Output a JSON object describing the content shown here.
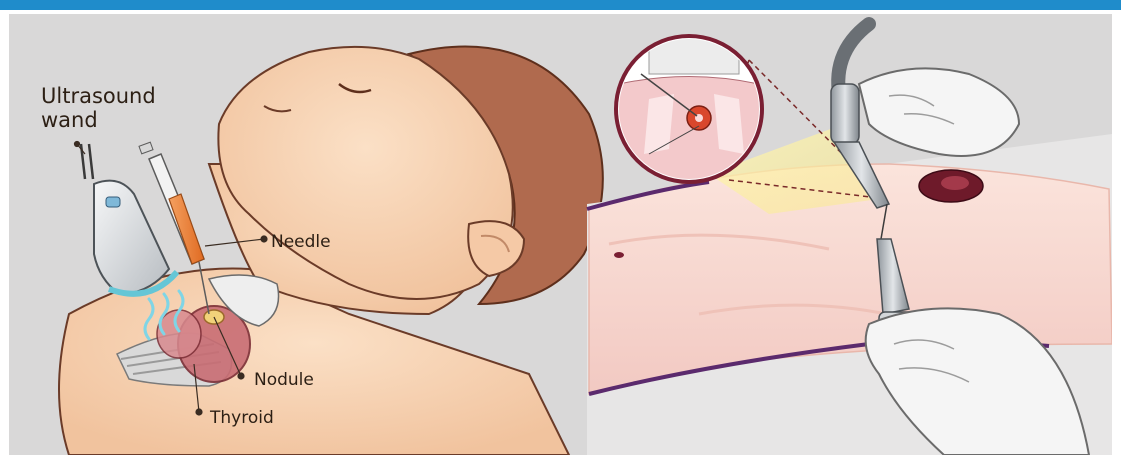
{
  "labels": {
    "ultrasound_wand": "Ultrasound wand",
    "needle": "Needle",
    "nodule": "Nodule",
    "thyroid": "Thyroid"
  },
  "colors": {
    "top_bar": "#1f8ccb",
    "panel_background": "#d9d8d8",
    "skin": "#f7d2b1",
    "hair": "#b06a4e",
    "thyroid": "#c96d74",
    "label_text": "#2c1f14"
  }
}
